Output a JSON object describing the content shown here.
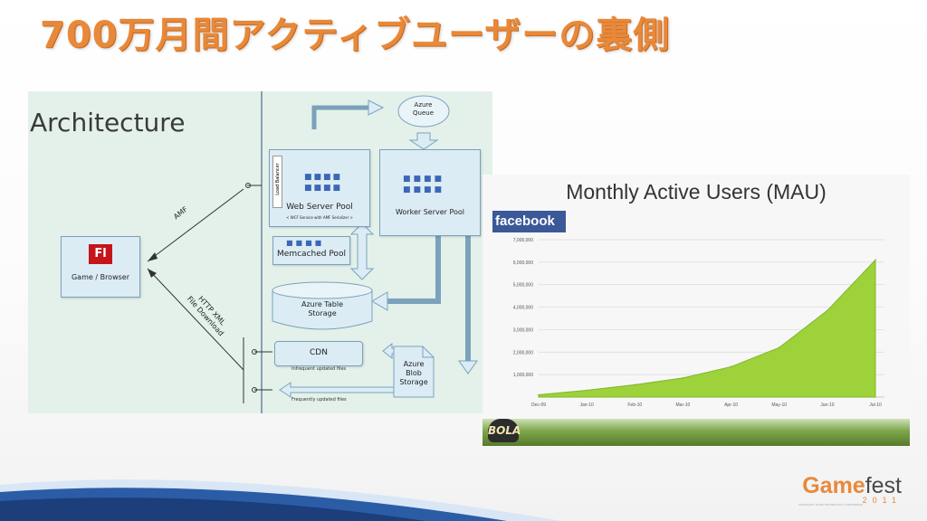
{
  "slide": {
    "title": "700万月間アクティブユーザーの裏側"
  },
  "architecture": {
    "heading": "Architecture",
    "queue_label_1": "Azure",
    "queue_label_2": "Queue",
    "web_pool_label": "Web Server Pool",
    "web_pool_note": "< WCF Service with AMF Serializer >",
    "load_balancer_label": "Load Balancer",
    "worker_pool_label": "Worker Server Pool",
    "memcached_label": "Memcached Pool",
    "client_icon": "Fl",
    "client_label": "Game / Browser",
    "amf_label": "AMF",
    "http_label_1": "HTTP XML",
    "http_label_2": "File Download",
    "table_storage_1": "Azure Table",
    "table_storage_2": "Storage",
    "cdn_label": "CDN",
    "cdn_note": "Infrequent updated files",
    "blob_1": "Azure",
    "blob_2": "Blob",
    "blob_3": "Storage",
    "frequent_note": "Frequently updated files"
  },
  "mau": {
    "title": "Monthly Active Users (MAU)",
    "badge": "facebook",
    "watermark": "BOLA"
  },
  "chart_data": {
    "type": "area",
    "title": "Monthly Active Users (MAU)",
    "categories": [
      "Dec-09",
      "Jan-10",
      "Feb-10",
      "Mar-10",
      "Apr-10",
      "May-10",
      "Jun-10",
      "Jul-10"
    ],
    "y_ticks": [
      "7,000,000",
      "6,000,000",
      "5,000,000",
      "4,000,000",
      "3,000,000",
      "2,000,000",
      "1,000,000"
    ],
    "ylim": [
      0,
      7000000
    ],
    "series": [
      {
        "values": [
          100000,
          300000,
          550000,
          850000,
          1350000,
          2200000,
          3850000,
          6100000
        ]
      }
    ],
    "colors": {
      "fill": "#9ed23a",
      "grid": "#d9d9d9"
    }
  },
  "brand": {
    "game": "Game",
    "fest": "fest",
    "year": "2011",
    "tagline": "MICROSOFT GAME TECHNOLOGY CONFERENCE"
  },
  "colors": {
    "title": "#e8893a",
    "arch_bg": "#e3f1ea",
    "band_dark": "#1c3e7a"
  }
}
